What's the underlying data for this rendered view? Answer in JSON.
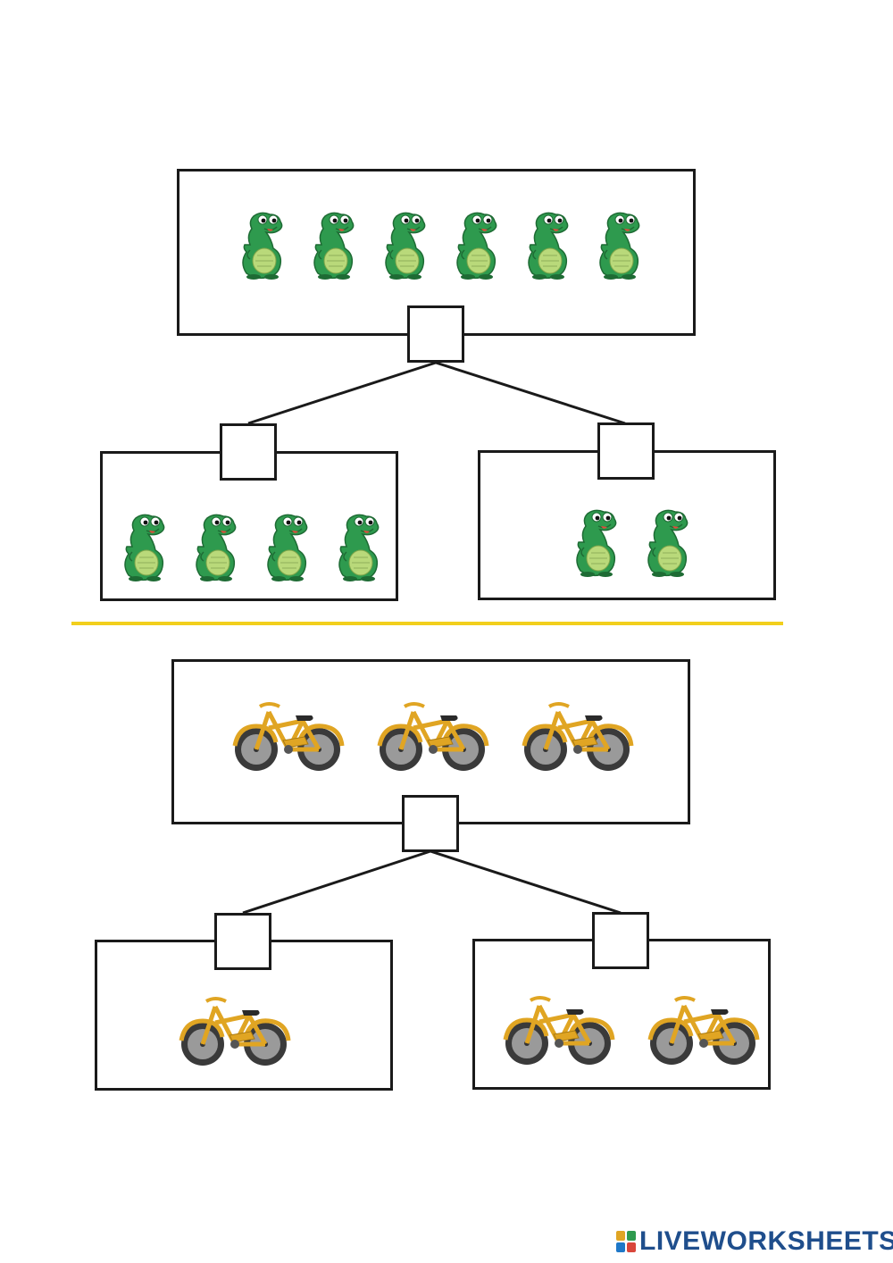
{
  "colors": {
    "divider": "#f2cf1c",
    "box_border": "#1a1a1a",
    "croc_green": "#2e9a4e",
    "croc_belly": "#b9d97a",
    "bike_frame": "#e0a523",
    "tire": "#3a3a3a",
    "logo_text": "#1f4e8c"
  },
  "section_crocodiles": {
    "icon": "crocodile-icon",
    "total": {
      "count": 6,
      "answer": ""
    },
    "left_part": {
      "count": 4,
      "answer": ""
    },
    "right_part": {
      "count": 2,
      "answer": ""
    }
  },
  "section_bicycles": {
    "icon": "bicycle-icon",
    "total": {
      "count": 3,
      "answer": ""
    },
    "left_part": {
      "count": 1,
      "answer": ""
    },
    "right_part": {
      "count": 2,
      "answer": ""
    }
  },
  "footer": {
    "logo_text": "LIVEWORKSHEETS"
  }
}
